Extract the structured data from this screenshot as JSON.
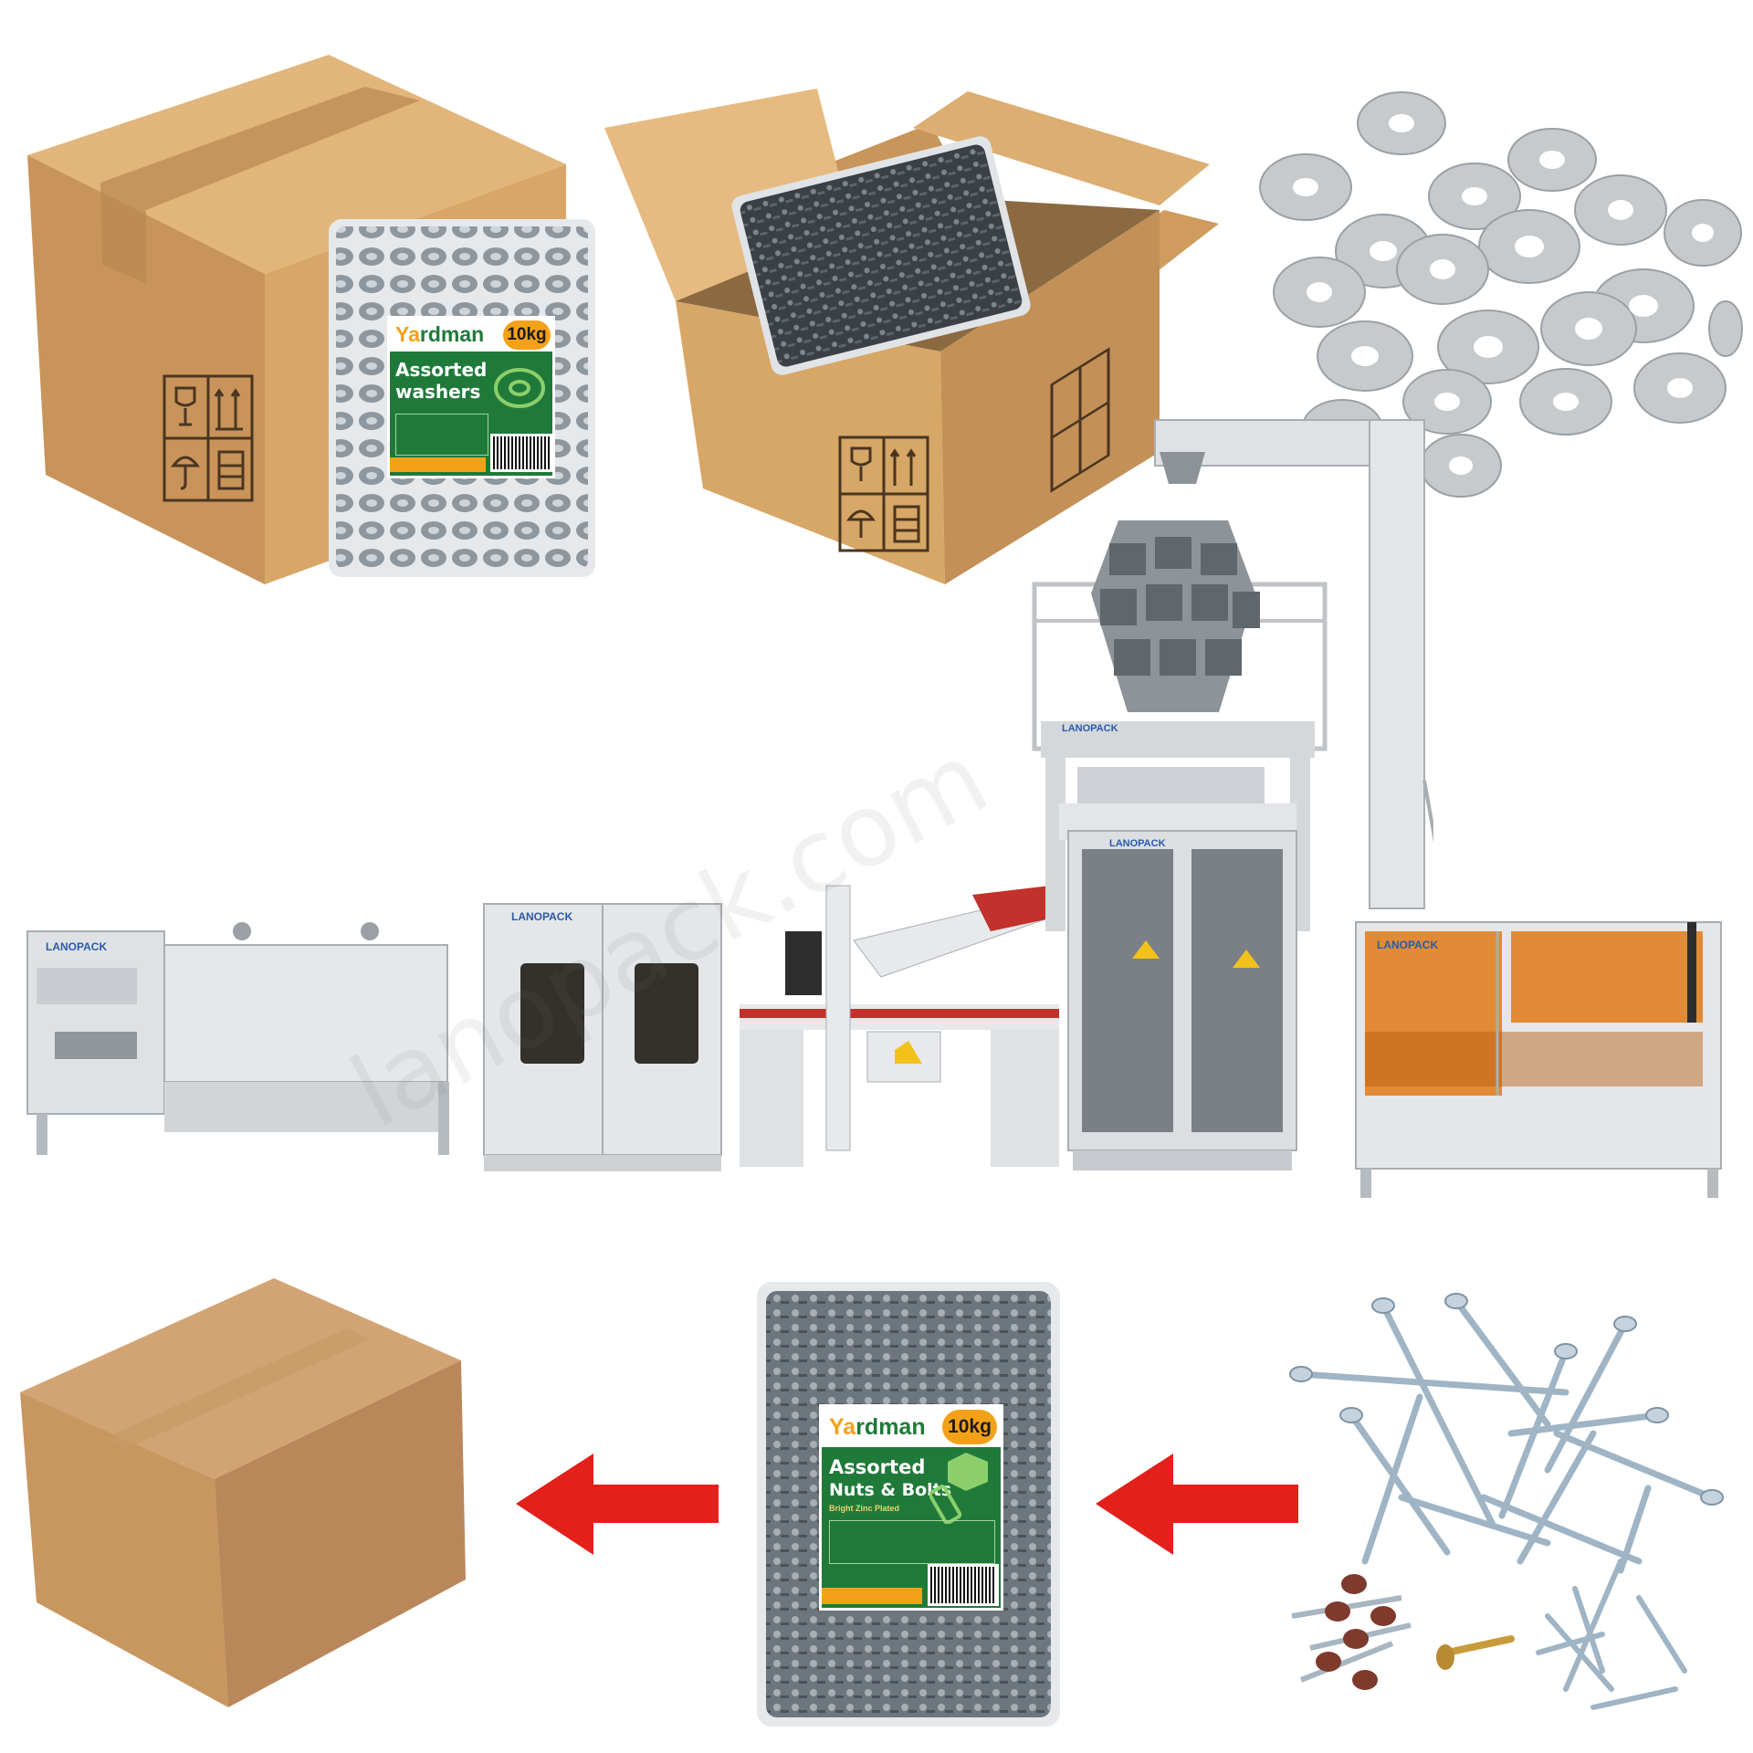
{
  "colors": {
    "cardboard": "#d7a86a",
    "cardboard_dark": "#b98a4e",
    "label_green": "#1f7a3a",
    "label_orange": "#f4a11a",
    "arrow_red": "#e3201b",
    "machine_gray": "#d9dcdf",
    "orange_guard": "#e07a16"
  },
  "bags": {
    "washers": {
      "brand_prefix": "Ya",
      "brand_rest": "rdman",
      "weight": "10kg",
      "product_line1": "Assorted",
      "product_line2": "washers"
    },
    "nuts_bolts": {
      "brand_prefix": "Ya",
      "brand_rest": "rdman",
      "weight": "10kg",
      "product_line1": "Assorted",
      "product_line2": "Nuts & Bolts",
      "subtitle": "Bright Zinc Plated"
    }
  },
  "machines": {
    "logo_text": "LANOPACK"
  },
  "watermark": "lanopack.com",
  "icons": [
    "fragile-icon",
    "this-way-up-icon",
    "keep-dry-icon",
    "stack-limit-icon",
    "flow-arrow-icon"
  ]
}
